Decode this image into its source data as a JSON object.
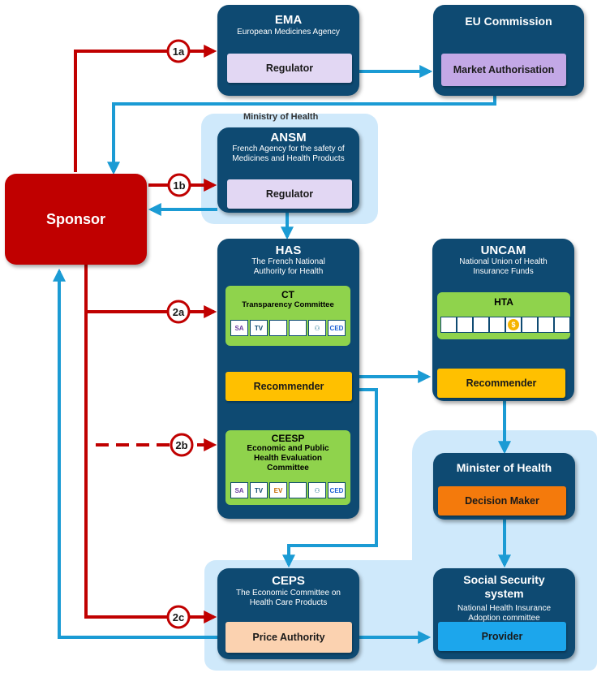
{
  "ministry_label": "Ministry of Health",
  "sponsor": "Sponsor",
  "ema": {
    "title": "EMA",
    "subtitle": "European Medicines Agency",
    "role": "Regulator"
  },
  "eu": {
    "title": "EU Commission",
    "role": "Market Authorisation"
  },
  "ansm": {
    "title": "ANSM",
    "subtitle": "French Agency for the safety of Medicines and Health Products",
    "role": "Regulator"
  },
  "has": {
    "title": "HAS",
    "subtitle": "The French National Authority for Health",
    "role": "Recommender",
    "ct": {
      "title": "CT",
      "subtitle": "Transparency Committee",
      "cells": [
        "SA",
        "TV",
        "",
        "",
        "",
        "CED"
      ]
    },
    "ceesp": {
      "title": "CEESP",
      "subtitle": "Economic and Public Health Evaluation Committee",
      "cells": [
        "SA",
        "TV",
        "EV",
        "",
        "",
        "CED"
      ]
    }
  },
  "uncam": {
    "title": "UNCAM",
    "subtitle": "National Union of Health Insurance Funds",
    "role": "Recommender",
    "hta": {
      "title": "HTA",
      "cells": [
        "",
        "",
        "",
        "",
        "$",
        "",
        "",
        ""
      ]
    }
  },
  "minister": {
    "title": "Minister of Health",
    "role": "Decision Maker"
  },
  "ceps": {
    "title": "CEPS",
    "subtitle": "The Economic Committee on Health Care Products",
    "role": "Price Authority"
  },
  "social": {
    "title": "Social Security system",
    "subtitle": "National Health Insurance Adoption committee",
    "role": "Provider"
  },
  "steps": {
    "s1a": "1a",
    "s1b": "1b",
    "s2a": "2a",
    "s2b": "2b",
    "s2c": "2c"
  },
  "colors": {
    "navy": "#0e4a72",
    "red": "#c00000",
    "arrow_blue": "#1b9bd4",
    "zone": "#cfe9fb",
    "regulator": "#e2d7f3",
    "market": "#c3a8e6",
    "recommender": "#ffc000",
    "decision": "#f47a0c",
    "price": "#fbd2b0",
    "provider": "#1ca6ec",
    "committee": "#8fd34c"
  }
}
